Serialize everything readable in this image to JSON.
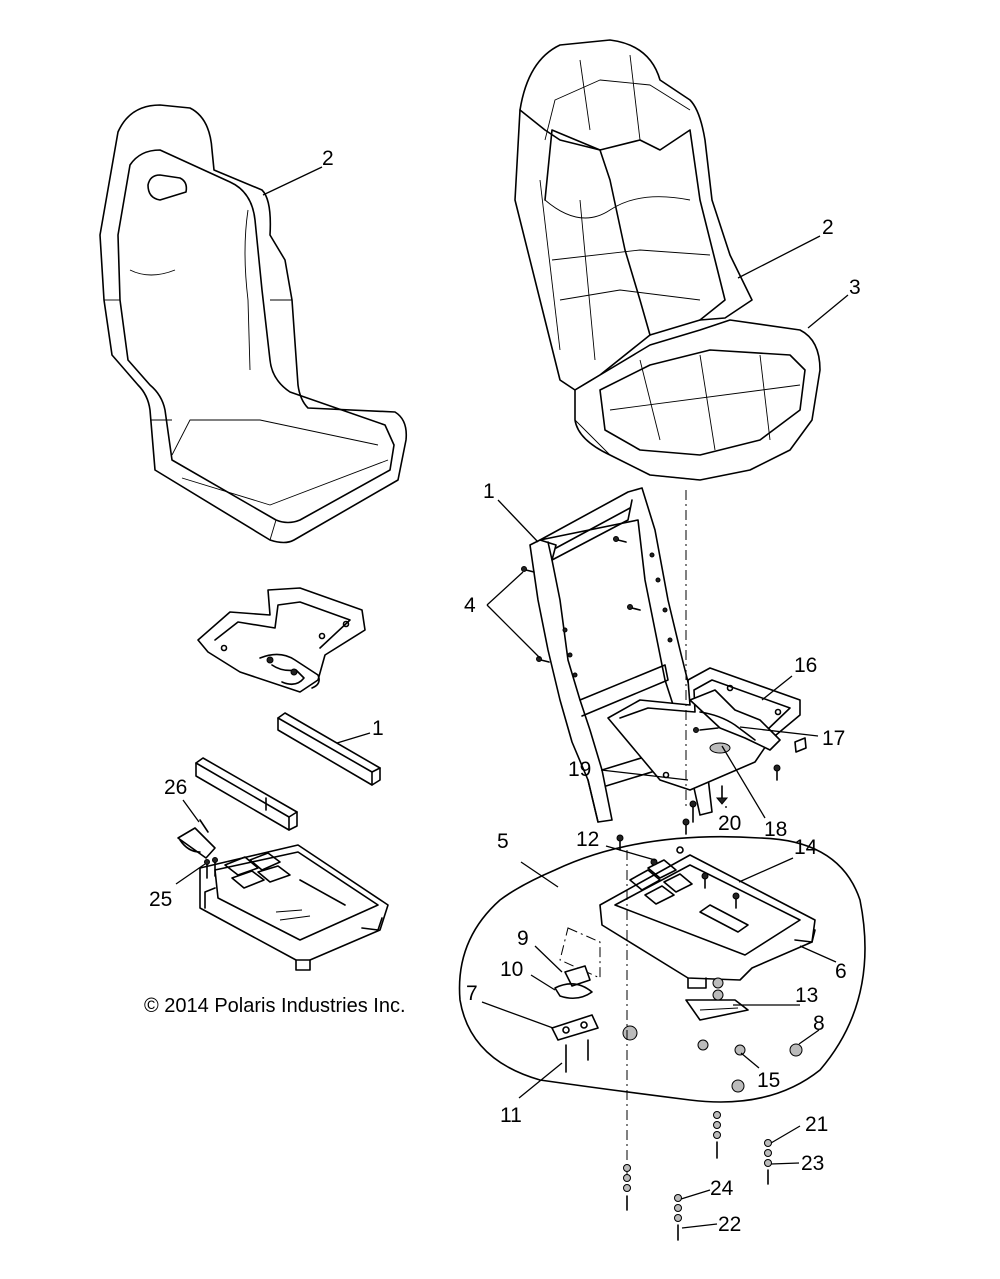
{
  "copyright": "© 2014 Polaris Industries Inc.",
  "callouts": {
    "c1a": "1",
    "c1b": "1",
    "c2a": "2",
    "c2b": "2",
    "c3": "3",
    "c4": "4",
    "c5": "5",
    "c6": "6",
    "c7": "7",
    "c8": "8",
    "c9": "9",
    "c10": "10",
    "c11": "11",
    "c12": "12",
    "c13": "13",
    "c14": "14",
    "c15": "15",
    "c16": "16",
    "c17": "17",
    "c18": "18",
    "c19": "19",
    "c20": "20",
    "c21": "21",
    "c22": "22",
    "c23": "23",
    "c24": "24",
    "c25": "25",
    "c26": "26"
  }
}
